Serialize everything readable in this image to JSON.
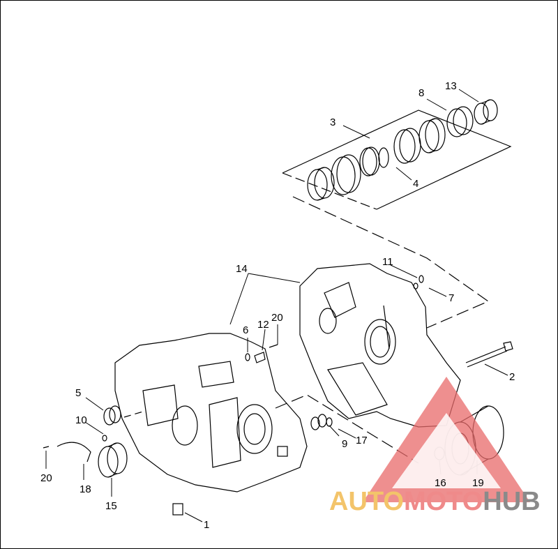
{
  "diagram": {
    "callouts": [
      "1",
      "2",
      "3",
      "4",
      "5",
      "6",
      "7",
      "8",
      "9",
      "10",
      "11",
      "12",
      "13",
      "14",
      "15",
      "16",
      "17",
      "18",
      "19",
      "20",
      "20"
    ]
  },
  "watermark": {
    "part1": "AUTO",
    "part2": "MOTO",
    "part3": "HUB",
    "colors": {
      "triangle": "#e86a6a",
      "auto": "#f3c46a",
      "moto": "#ef8a8a",
      "hub": "#8a8a8a"
    }
  }
}
